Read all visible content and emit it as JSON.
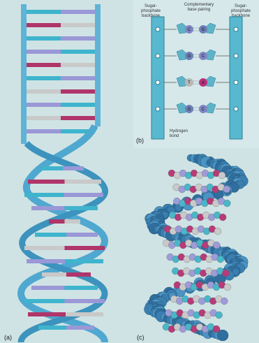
{
  "panel_a": {
    "label": "(a)"
  },
  "panel_b": {
    "label": "(b)",
    "left_backbone_label": "Sugar-phosphate backbone",
    "center_label": "Complementary base pairing",
    "right_backbone_label": "Sugar-phosphate backbone",
    "hydrogen_label": "Hydrogen bond",
    "pairs": [
      {
        "left": "C",
        "right": "G"
      },
      {
        "left": "G",
        "right": "C"
      },
      {
        "left": "T",
        "right": "A"
      },
      {
        "left": "G",
        "right": "C"
      }
    ]
  },
  "panel_c": {
    "label": "(c)"
  },
  "colors": {
    "backbone_blue": "#4fa8d0",
    "rung_pink": "#b0356a",
    "rung_gray": "#c9c9c9",
    "rung_lavender": "#9a98d6",
    "rung_cyan": "#3fb4cd"
  }
}
